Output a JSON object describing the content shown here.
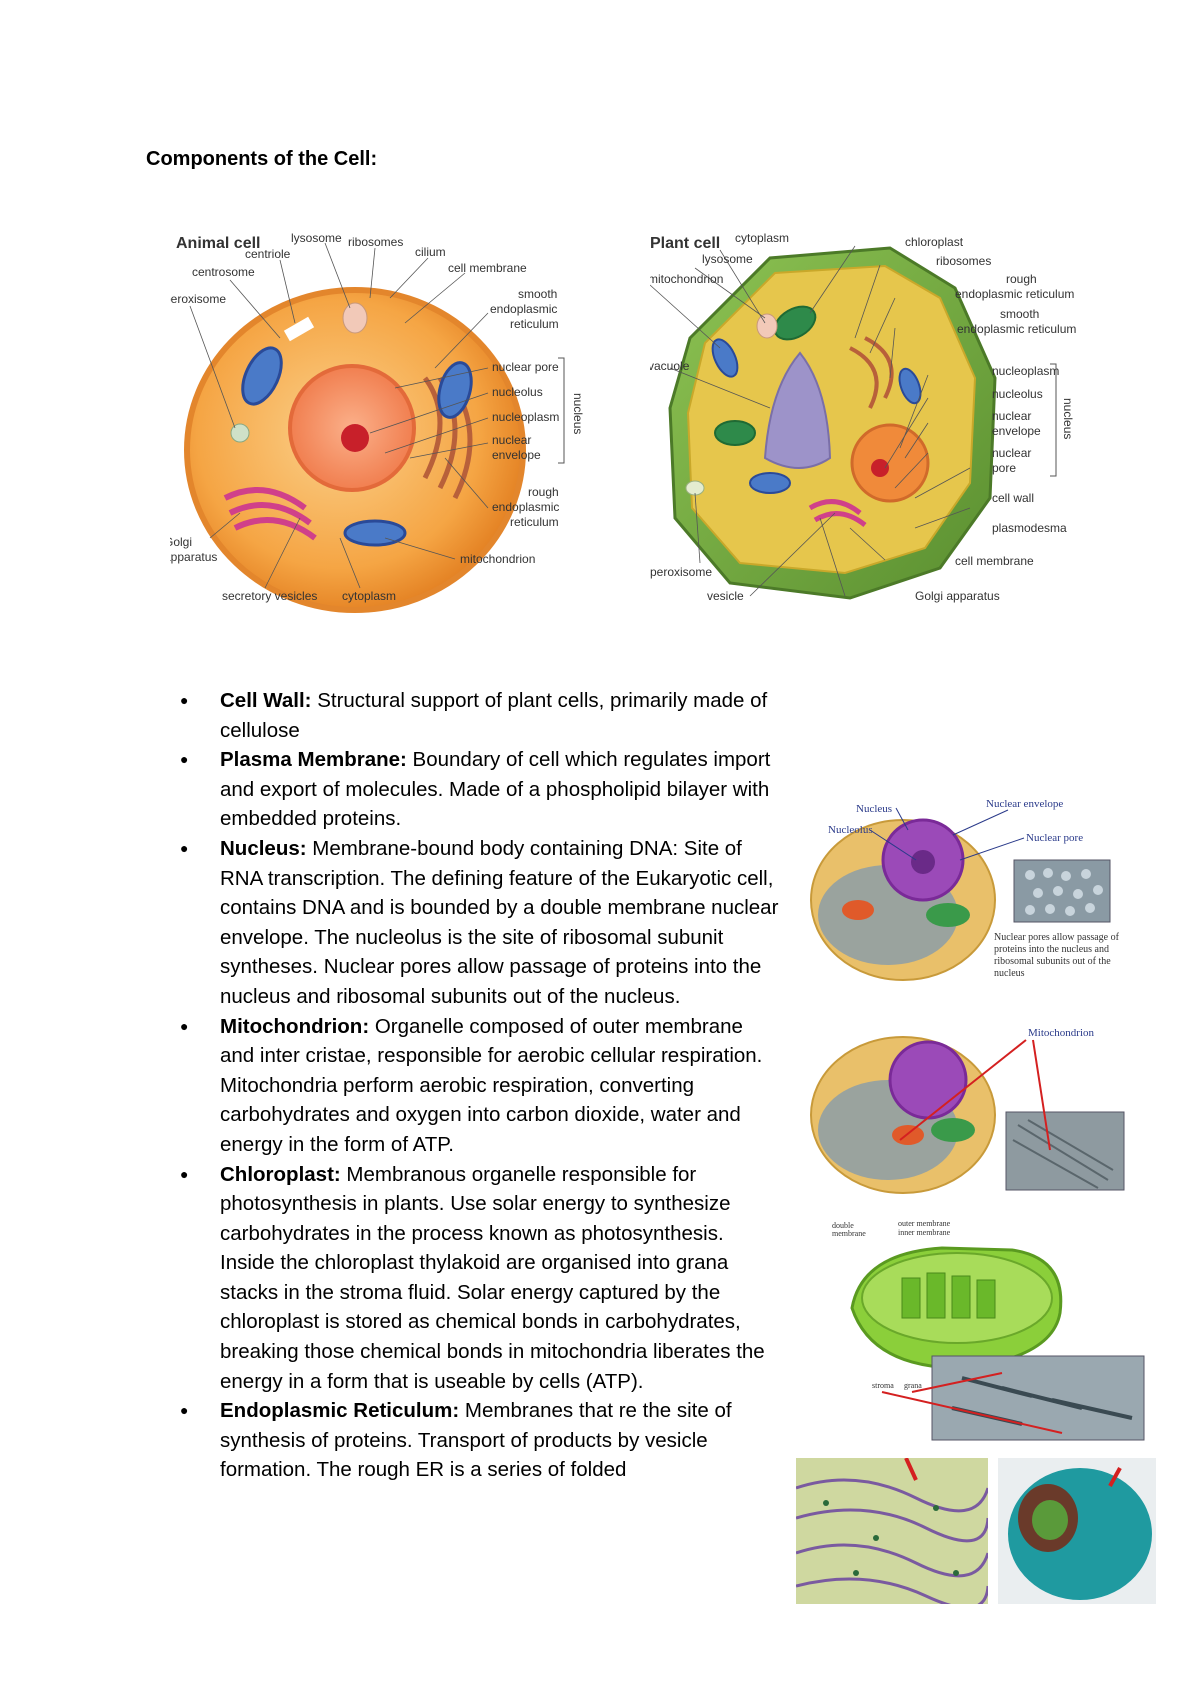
{
  "page": {
    "title": "Components of the Cell:"
  },
  "animal_cell": {
    "title": "Animal cell",
    "labels": {
      "lysosome": "lysosome",
      "ribosomes": "ribosomes",
      "centriole": "centriole",
      "cilium": "cilium",
      "centrosome": "centrosome",
      "cell_membrane": "cell membrane",
      "peroxisome": "peroxisome",
      "smooth_er": [
        "smooth",
        "endoplasmic",
        "reticulum"
      ],
      "nuclear_pore": "nuclear pore",
      "nucleolus": "nucleolus",
      "nucleoplasm": "nucleoplasm",
      "nuclear_envelope": [
        "nuclear",
        "envelope"
      ],
      "nucleus": "nucleus",
      "rough_er": [
        "rough",
        "endoplasmic",
        "reticulum"
      ],
      "golgi": [
        "Golgi",
        "apparatus"
      ],
      "mitochondrion": "mitochondrion",
      "secretory_vesicles": "secretory vesicles",
      "cytoplasm": "cytoplasm"
    }
  },
  "plant_cell": {
    "title": "Plant cell",
    "labels": {
      "cytoplasm": "cytoplasm",
      "chloroplast": "chloroplast",
      "lysosome": "lysosome",
      "ribosomes": "ribosomes",
      "mitochondrion": "mitochondrion",
      "rough_er": [
        "rough",
        "endoplasmic reticulum"
      ],
      "smooth_er": [
        "smooth",
        "endoplasmic reticulum"
      ],
      "vacuole": "vacuole",
      "nucleoplasm": "nucleoplasm",
      "nucleolus": "nucleolus",
      "nuclear_envelope": [
        "nuclear",
        "envelope"
      ],
      "nuclear_pore": [
        "nuclear",
        "pore"
      ],
      "nucleus": "nucleus",
      "cell_wall": "cell wall",
      "plasmodesma": "plasmodesma",
      "peroxisome": "peroxisome",
      "cell_membrane": "cell membrane",
      "vesicle": "vesicle",
      "golgi": "Golgi apparatus"
    }
  },
  "nucleus_figure": {
    "labels": {
      "nucleus": "Nucleus",
      "nucleolus": "Nucleolus",
      "nuclear_envelope": "Nuclear envelope",
      "nuclear_pore": "Nuclear pore"
    },
    "caption": [
      "Nuclear pores allow passage of",
      "proteins into the nucleus and",
      "ribosomal subunits out of the",
      "nucleus"
    ]
  },
  "mito_figure": {
    "label": "Mitochondrion"
  },
  "chloroplast_figure": {
    "labels": {
      "double": [
        "double",
        "membrane"
      ],
      "membranes": [
        "outer membrane",
        "inner membrane"
      ],
      "stroma": "stroma",
      "grana": "grana"
    }
  },
  "colors": {
    "arrow": "#d42020",
    "cytoplasm_animal": "#f4a640",
    "plant_wall": "#79b042",
    "plant_cytoplasm": "#e6c64c",
    "vacuole": "#9d93c9",
    "er_stain": "#1f9aa0"
  },
  "items": [
    {
      "term": "Cell Wall:",
      "desc": " Structural support of plant cells, primarily made of cellulose"
    },
    {
      "term": "Plasma Membrane:",
      "desc": " Boundary of cell which regulates import and export of molecules. Made of a phospholipid bilayer with embedded proteins."
    },
    {
      "term": "Nucleus:",
      "desc": " Membrane-bound body containing DNA: Site of RNA transcription. The defining feature of the Eukaryotic cell, contains DNA and is bounded by a double membrane nuclear envelope. The nucleolus is the site of ribosomal subunit syntheses. Nuclear pores allow passage of proteins into the nucleus and ribosomal subunits out of the nucleus."
    },
    {
      "term": "Mitochondrion:",
      "desc": " Organelle composed of outer membrane and inter cristae, responsible for aerobic cellular respiration. Mitochondria perform aerobic respiration, converting carbohydrates and oxygen into carbon dioxide, water and energy in the form of ATP."
    },
    {
      "term": "Chloroplast:",
      "desc": " Membranous organelle responsible for photosynthesis in plants. Use solar energy to synthesize carbohydrates in the process known as photosynthesis. Inside the chloroplast thylakoid are organised into grana stacks in the stroma fluid. Solar energy captured by the chloroplast is stored as chemical bonds in carbohydrates, breaking those chemical bonds in mitochondria liberates the energy in a form that is useable by cells (ATP)."
    },
    {
      "term": "Endoplasmic Reticulum:",
      "desc": " Membranes that re the site of synthesis of proteins. Transport of products by vesicle formation. The rough ER is a series of folded"
    }
  ]
}
